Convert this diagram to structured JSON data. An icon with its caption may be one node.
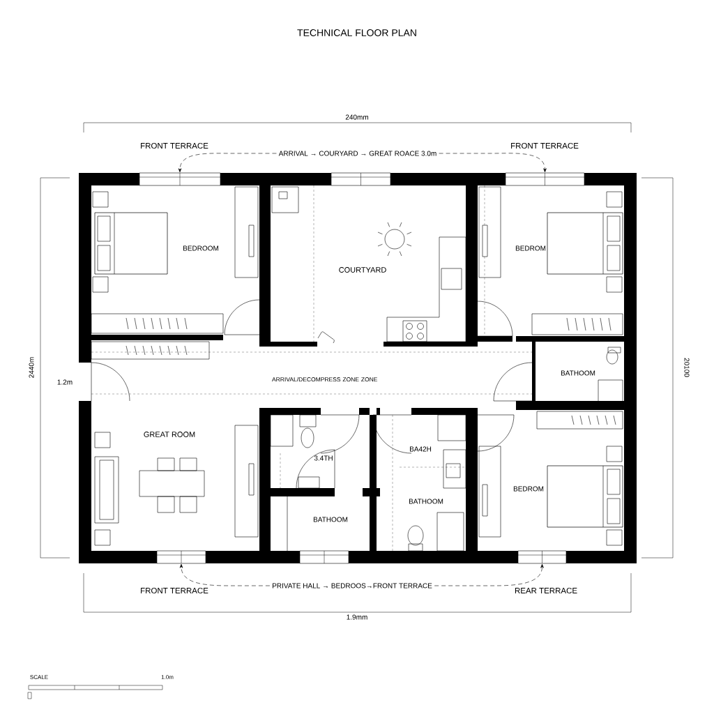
{
  "diagram": {
    "title": "TECHNICAL FLOOR PLAN",
    "nodes": [
      {
        "text": [
          "ARRIVAL → COURYARD → GREAT ROACE 3.0m"
        ]
      },
      {
        "text": [
          "PRIVATE HALL → BEDROOS→FRONT TERRACE"
        ]
      },
      {
        "text": [],
        "shape": "box"
      },
      {
        "text": [],
        "shape": "box"
      },
      {
        "text": [],
        "shape": "box"
      },
      {
        "text": [],
        "shape": "box"
      },
      {
        "text": [],
        "shape": "box"
      },
      {
        "text": [],
        "shape": "box"
      }
    ],
    "edges": [
      {
        "from": 0,
        "to": 2,
        "arrow": "to",
        "style": "dashed"
      },
      {
        "from": 0,
        "to": 4,
        "arrow": "to",
        "style": "dashed"
      },
      {
        "from": 1,
        "to": 5,
        "arrow": "to",
        "style": "dashed"
      },
      {
        "from": 1,
        "to": 7,
        "arrow": "to",
        "style": "dashed"
      }
    ],
    "labels": [
      "240mm",
      "FRONT TERRACE",
      "FRONT TERRACE",
      "BEDROOM",
      "BEDROM",
      "COURTYARD",
      "2440m",
      "1.2m",
      "ARRIVAL/DECOMPRESS ZONE ZONE",
      "BATHOOM",
      "20100",
      "GREAT ROOM",
      "3.4TH",
      "BA42H",
      "BEDROM",
      "BATHOOM",
      "BATHOOM",
      "FRONT TERRACE",
      "REAR TERRACE",
      "1.9mm",
      "SCALE",
      "1.0m"
    ]
  }
}
